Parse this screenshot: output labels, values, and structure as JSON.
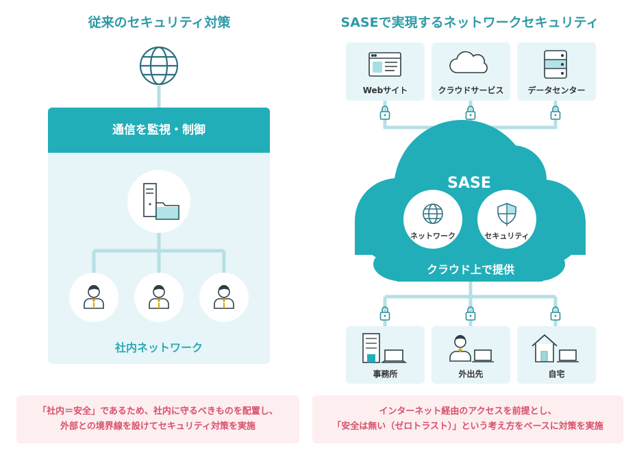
{
  "left": {
    "title": "従来のセキュリティ対策",
    "band_label": "通信を監視・制御",
    "network_label": "社内ネットワーク",
    "note_line1": "「社内＝安全」であるため、社内に守るべきものを配置し、",
    "note_line2": "外部との境界線を設けてセキュリティ対策を実施"
  },
  "right": {
    "title": "SASEで実現するネットワークセキュリティ",
    "services": [
      {
        "label": "Webサイト",
        "icon": "browser-icon"
      },
      {
        "label": "クラウドサービス",
        "icon": "cloud-icon"
      },
      {
        "label": "データセンター",
        "icon": "database-icon"
      }
    ],
    "cloud": {
      "title": "SASE",
      "network_label": "ネットワーク",
      "security_label": "セキュリティ",
      "subtitle": "クラウド上で提供"
    },
    "endpoints": [
      {
        "label": "事務所",
        "icon": "office-building-icon"
      },
      {
        "label": "外出先",
        "icon": "remote-worker-icon"
      },
      {
        "label": "自宅",
        "icon": "home-icon"
      }
    ],
    "note_line1": "インターネット経由のアクセスを前提とし、",
    "note_line2": "「安全は無い（ゼロトラスト）」という考え方をベースに対策を実施"
  },
  "colors": {
    "teal": "#21aeb9",
    "title_teal": "#2e9aa6",
    "panel_bg": "#e7f5f8",
    "connector": "#b5e0e5",
    "note_bg": "#fdeef0",
    "note_text": "#d8506a"
  }
}
